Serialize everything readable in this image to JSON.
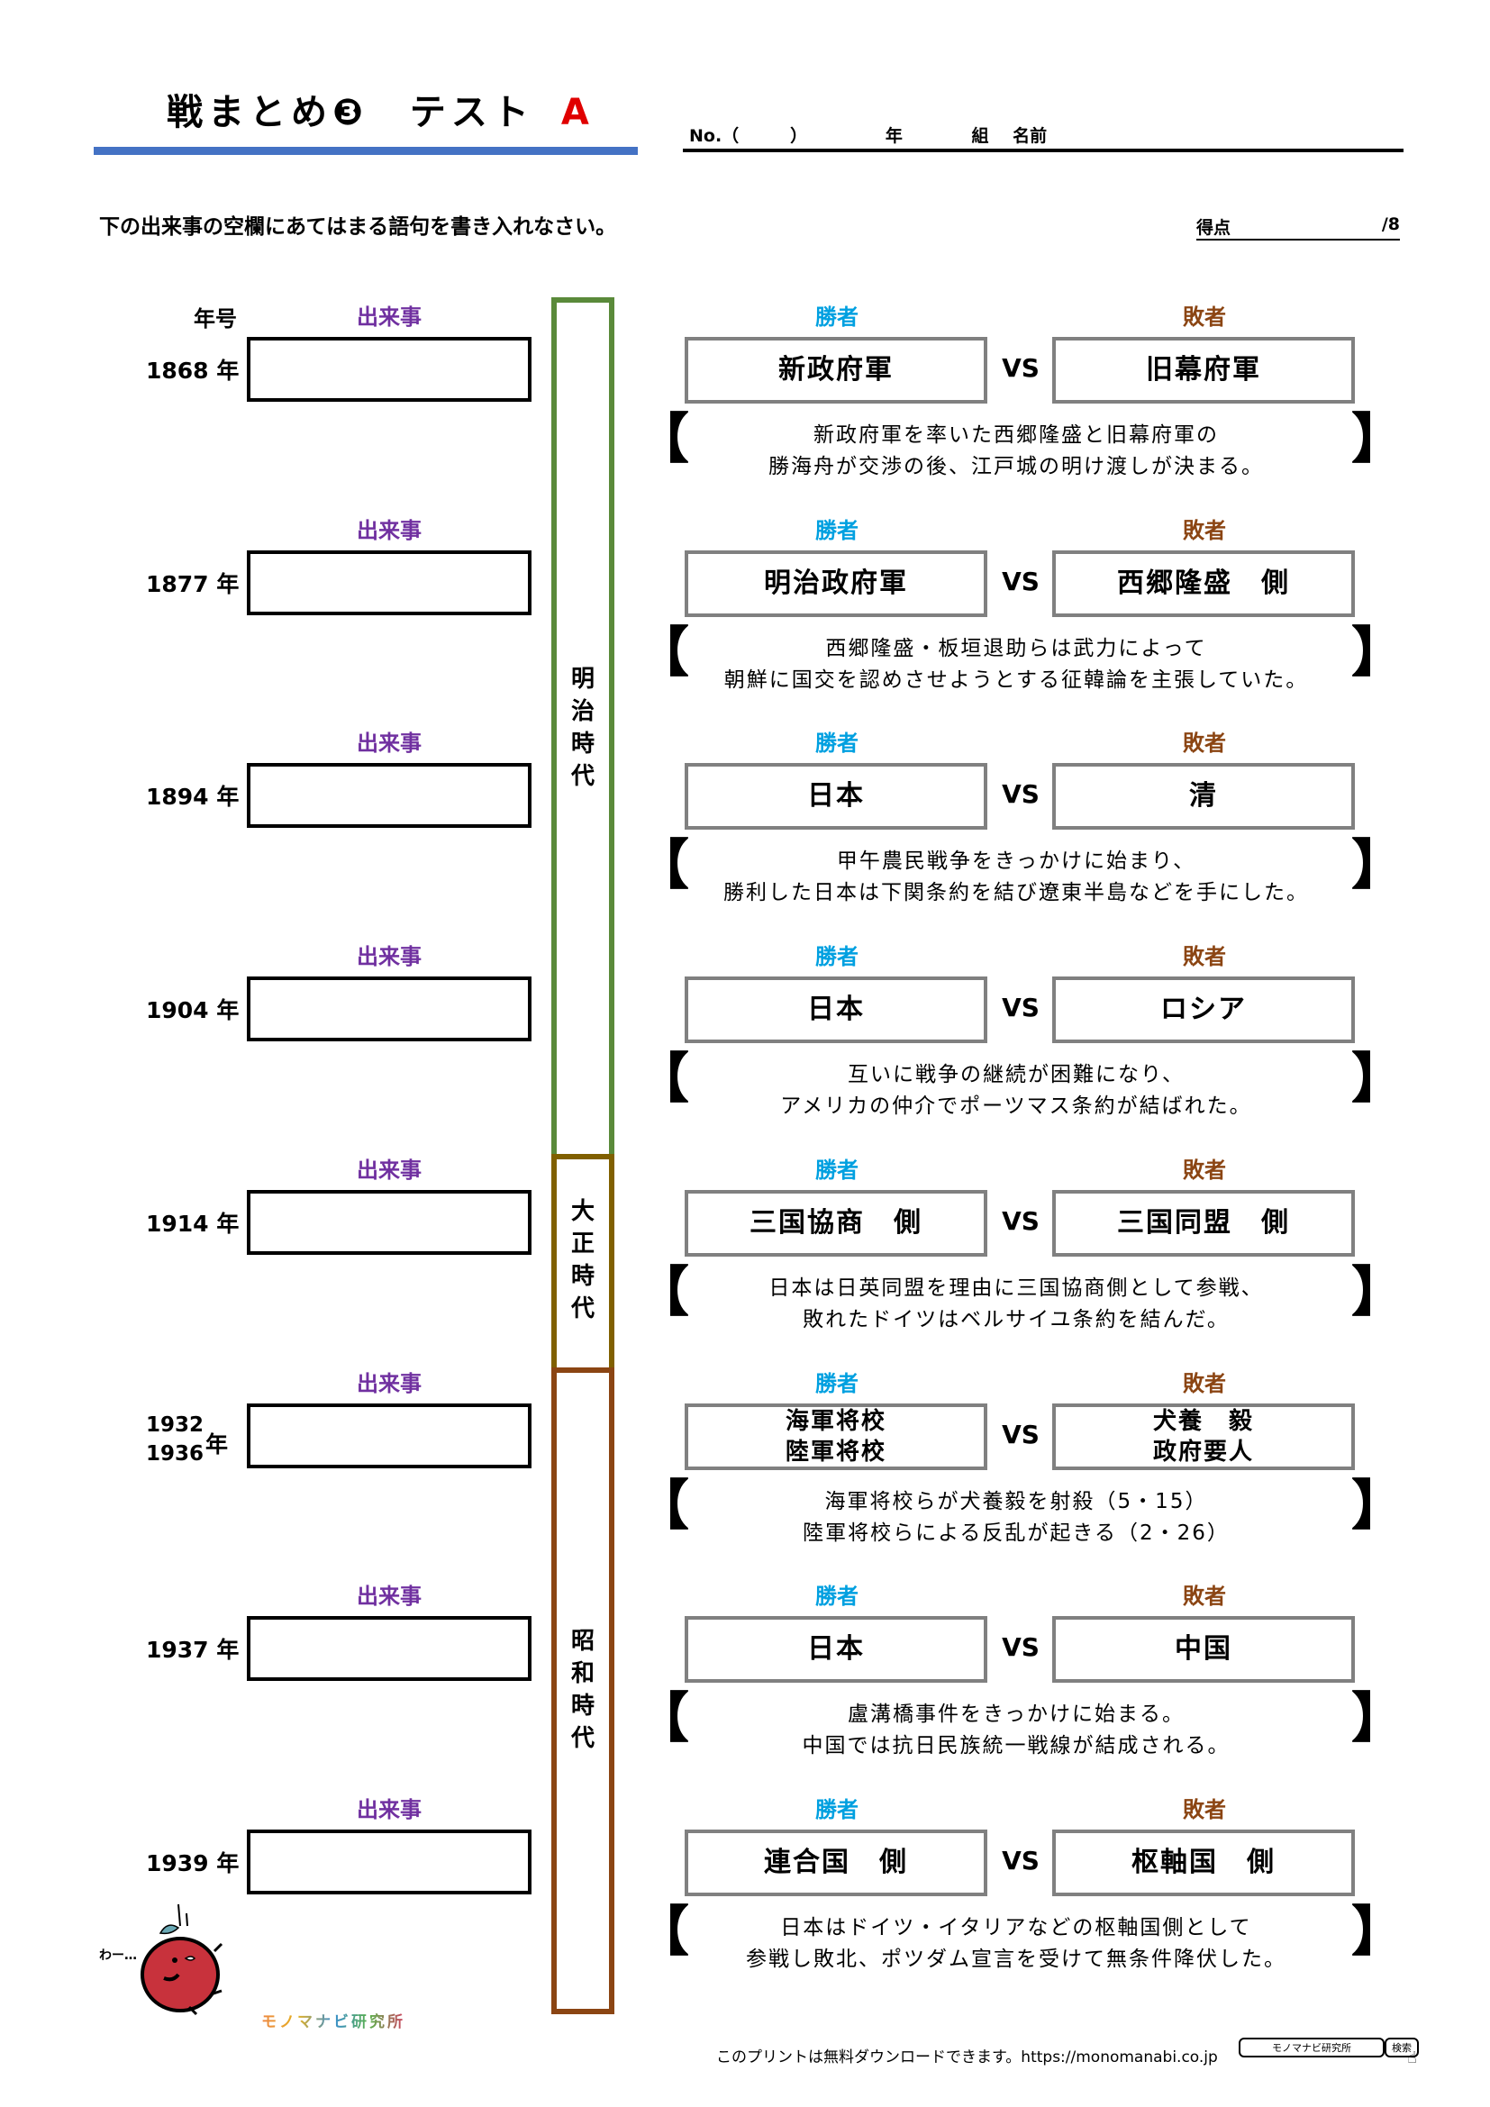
{
  "header": {
    "title": "戦まとめ❸　テスト",
    "version": "A",
    "no_label": "No.（　　　）",
    "year_label": "年",
    "class_label": "組",
    "name_label": "名前"
  },
  "instructions": "下の出来事の空欄にあてはまる語句を書き入れなさい。",
  "score": {
    "label": "得点",
    "total": "/8"
  },
  "column_headers": {
    "nengo": "年号",
    "event": "出来事",
    "winner": "勝者",
    "loser": "敗者",
    "vs": "VS"
  },
  "eras": [
    {
      "label": "明治時代",
      "color": "#5a8a3a"
    },
    {
      "label": "大正時代",
      "color": "#806000"
    },
    {
      "label": "昭和時代",
      "color": "#8b4513"
    }
  ],
  "rows": [
    {
      "year": "1868",
      "year_suffix": "年",
      "winner": "新政府軍",
      "loser": "旧幕府軍",
      "desc1": "新政府軍を率いた西郷隆盛と旧幕府軍の",
      "desc2": "勝海舟が交渉の後、江戸城の明け渡しが決まる。"
    },
    {
      "year": "1877",
      "year_suffix": "年",
      "winner": "明治政府軍",
      "loser": "西郷隆盛　側",
      "desc1": "西郷隆盛・板垣退助らは武力によって",
      "desc2": "朝鮮に国交を認めさせようとする征韓論を主張していた。"
    },
    {
      "year": "1894",
      "year_suffix": "年",
      "winner": "日本",
      "loser": "清",
      "desc1": "甲午農民戦争をきっかけに始まり、",
      "desc2": "勝利した日本は下関条約を結び遼東半島などを手にした。"
    },
    {
      "year": "1904",
      "year_suffix": "年",
      "winner": "日本",
      "loser": "ロシア",
      "desc1": "互いに戦争の継続が困難になり、",
      "desc2": "アメリカの仲介でポーツマス条約が結ばれた。"
    },
    {
      "year": "1914",
      "year_suffix": "年",
      "winner": "三国協商　側",
      "loser": "三国同盟　側",
      "desc1": "日本は日英同盟を理由に三国協商側として参戦、",
      "desc2": "敗れたドイツはベルサイユ条約を結んだ。"
    },
    {
      "year": "1932",
      "year_b": "1936",
      "year_suffix": "年",
      "winner": "海軍将校\n陸軍将校",
      "loser": "犬養　毅\n政府要人",
      "desc1": "海軍将校らが犬養毅を射殺（5・15）",
      "desc2": "陸軍将校らによる反乱が起きる（2・26）"
    },
    {
      "year": "1937",
      "year_suffix": "年",
      "winner": "日本",
      "loser": "中国",
      "desc1": "盧溝橋事件をきっかけに始まる。",
      "desc2": "中国では抗日民族統一戦線が結成される。"
    },
    {
      "year": "1939",
      "year_suffix": "年",
      "winner": "連合国　側",
      "loser": "枢軸国　側",
      "desc1": "日本はドイツ・イタリアなどの枢軸国側として",
      "desc2": "参戦し敗北、ポツダム宣言を受けて無条件降伏した。"
    }
  ],
  "brackets": {
    "open": "【",
    "close": "】"
  },
  "mascot": {
    "exclamation": "わー…"
  },
  "logo": "モノマナビ研究所",
  "footer": {
    "text": "このプリントは無料ダウンロードできます。https://monomanabi.co.jp",
    "search_box": "モノマナビ研究所",
    "search_button": "検索"
  }
}
